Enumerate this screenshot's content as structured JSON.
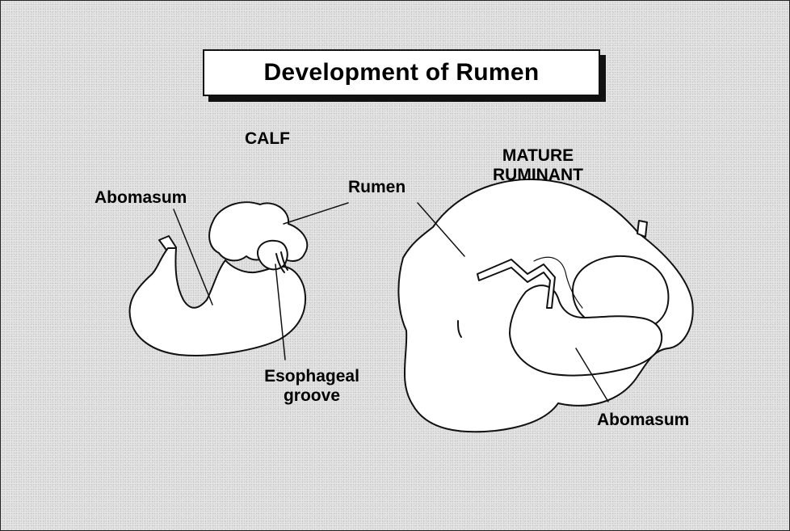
{
  "title": "Development of Rumen",
  "calf": {
    "heading": "CALF",
    "labels": {
      "abomasum": "Abomasum",
      "rumen": "Rumen",
      "esophageal_groove": [
        "Esophageal",
        "groove"
      ]
    }
  },
  "mature": {
    "heading": [
      "MATURE",
      "RUMINANT"
    ],
    "labels": {
      "abomasum": "Abomasum"
    }
  },
  "colors": {
    "organ_fill": "#ffffff",
    "outline": "#111111"
  }
}
